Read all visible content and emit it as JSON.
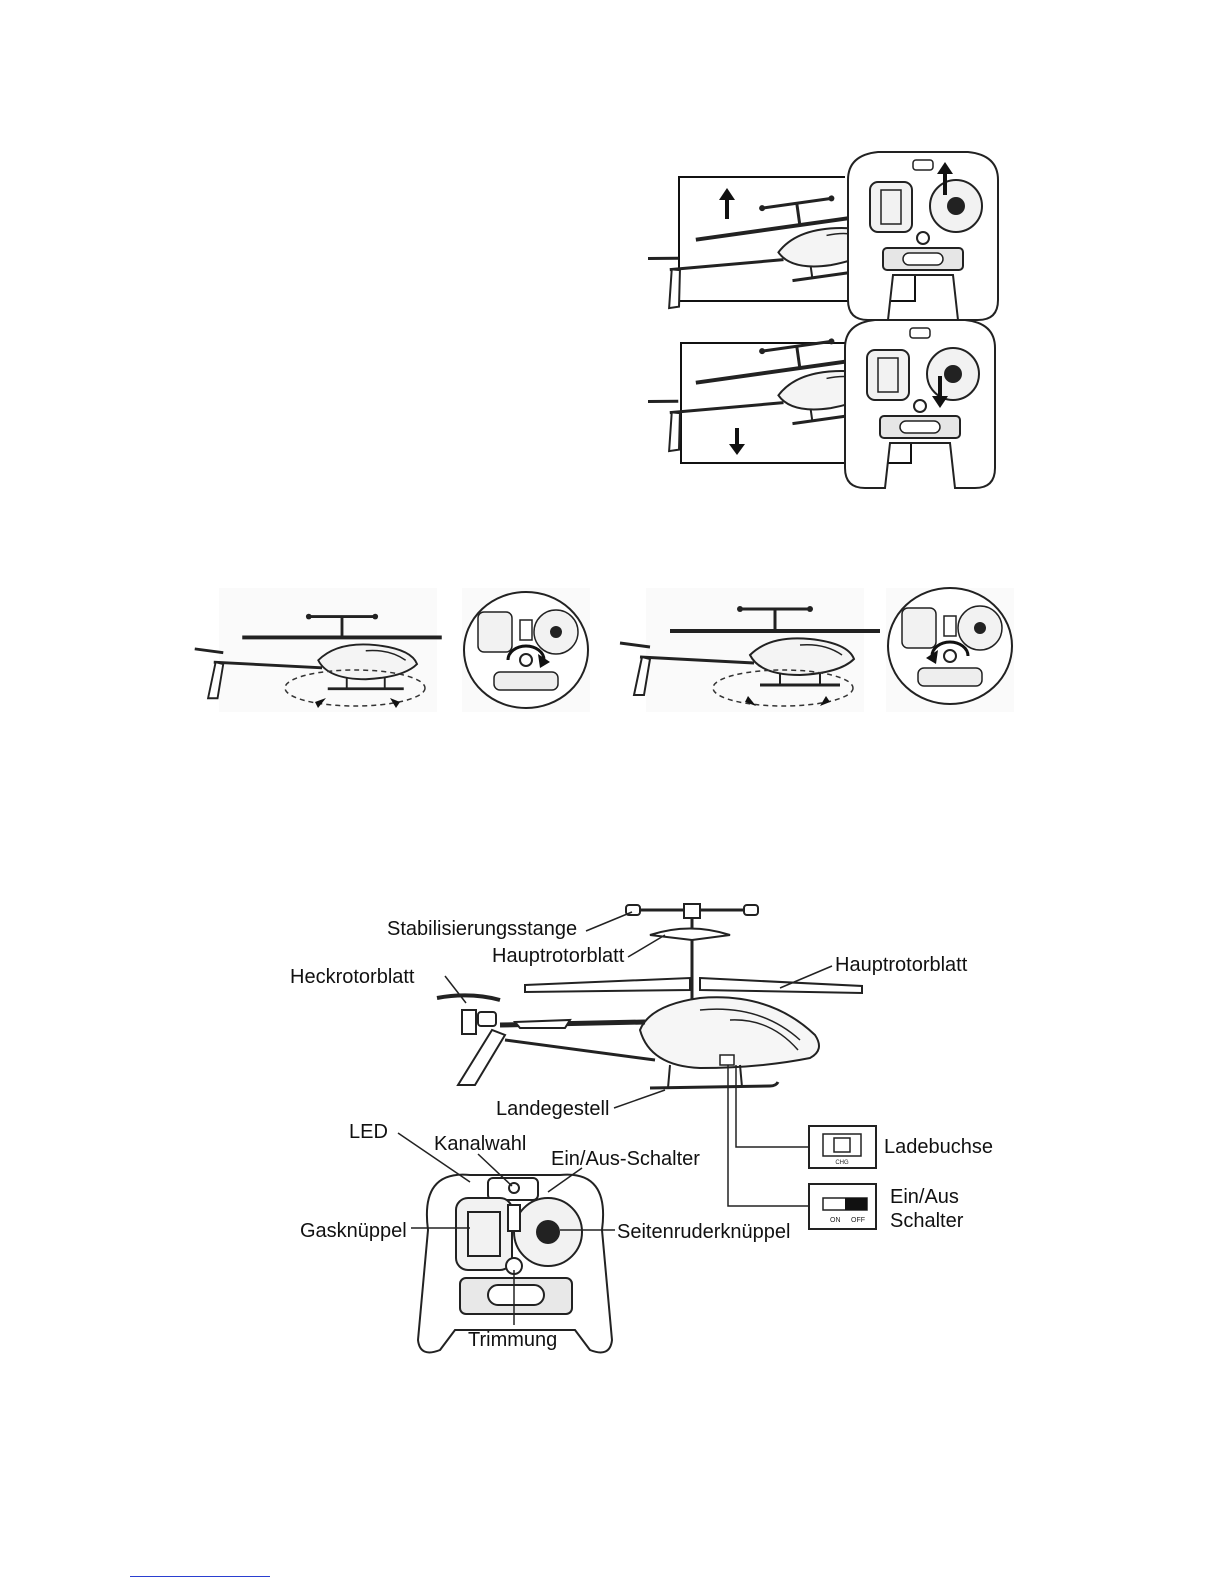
{
  "labels": {
    "stabilizer_bar": "Stabilisierungsstange",
    "main_rotor_blade_left": "Hauptrotorblatt",
    "main_rotor_blade_right": "Hauptrotorblatt",
    "tail_rotor_blade": "Heckrotorblatt",
    "landing_gear": "Landegestell",
    "led": "LED",
    "channel_select": "Kanalwahl",
    "power_switch_remote": "Ein/Aus-Schalter",
    "throttle_stick": "Gasknüppel",
    "rudder_stick": "Seitenruderknüppel",
    "trim": "Trimmung",
    "charging_socket": "Ladebuchse",
    "power_switch_heli_line1": "Ein/Aus",
    "power_switch_heli_line2": "Schalter",
    "switch_on": "ON",
    "switch_off": "OFF",
    "socket_mark": "CHG"
  },
  "icons": [
    "up-arrow-icon",
    "down-arrow-icon",
    "rotate-arrow-icon"
  ]
}
